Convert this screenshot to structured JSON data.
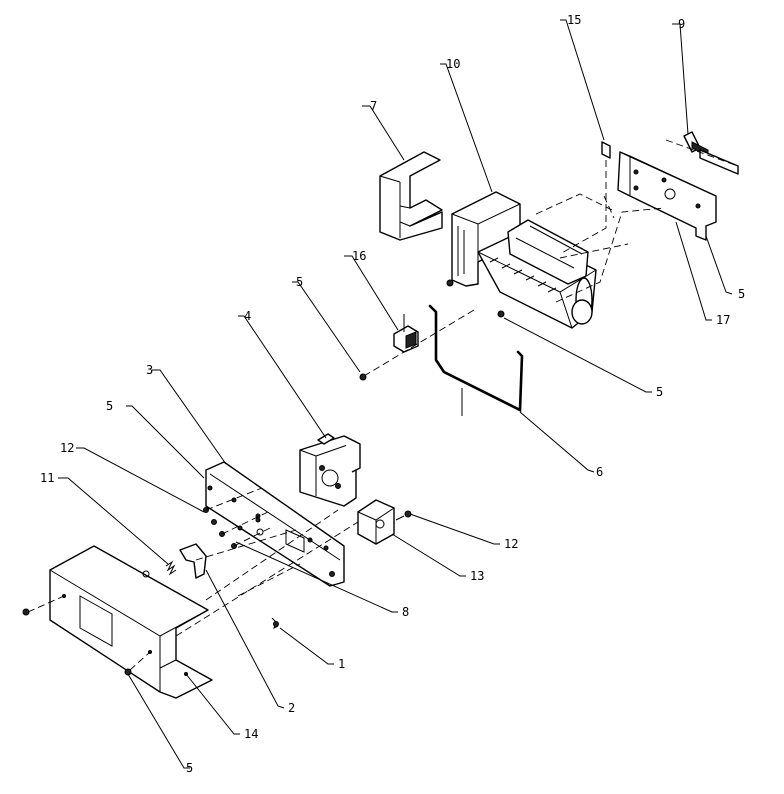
{
  "labels": {
    "l1": "1",
    "l2": "2",
    "l3": "3",
    "l4": "4",
    "l5_top_left": "5",
    "l5_mid": "5",
    "l5_bracket": "5",
    "l5_right": "5",
    "l5_bottom": "5",
    "l6": "6",
    "l7": "7",
    "l8": "8",
    "l9": "9",
    "l10": "10",
    "l11": "11",
    "l12_left": "12",
    "l12_right": "12",
    "l13": "13",
    "l14": "14",
    "l15": "15",
    "l16": "16",
    "l17": "17"
  }
}
